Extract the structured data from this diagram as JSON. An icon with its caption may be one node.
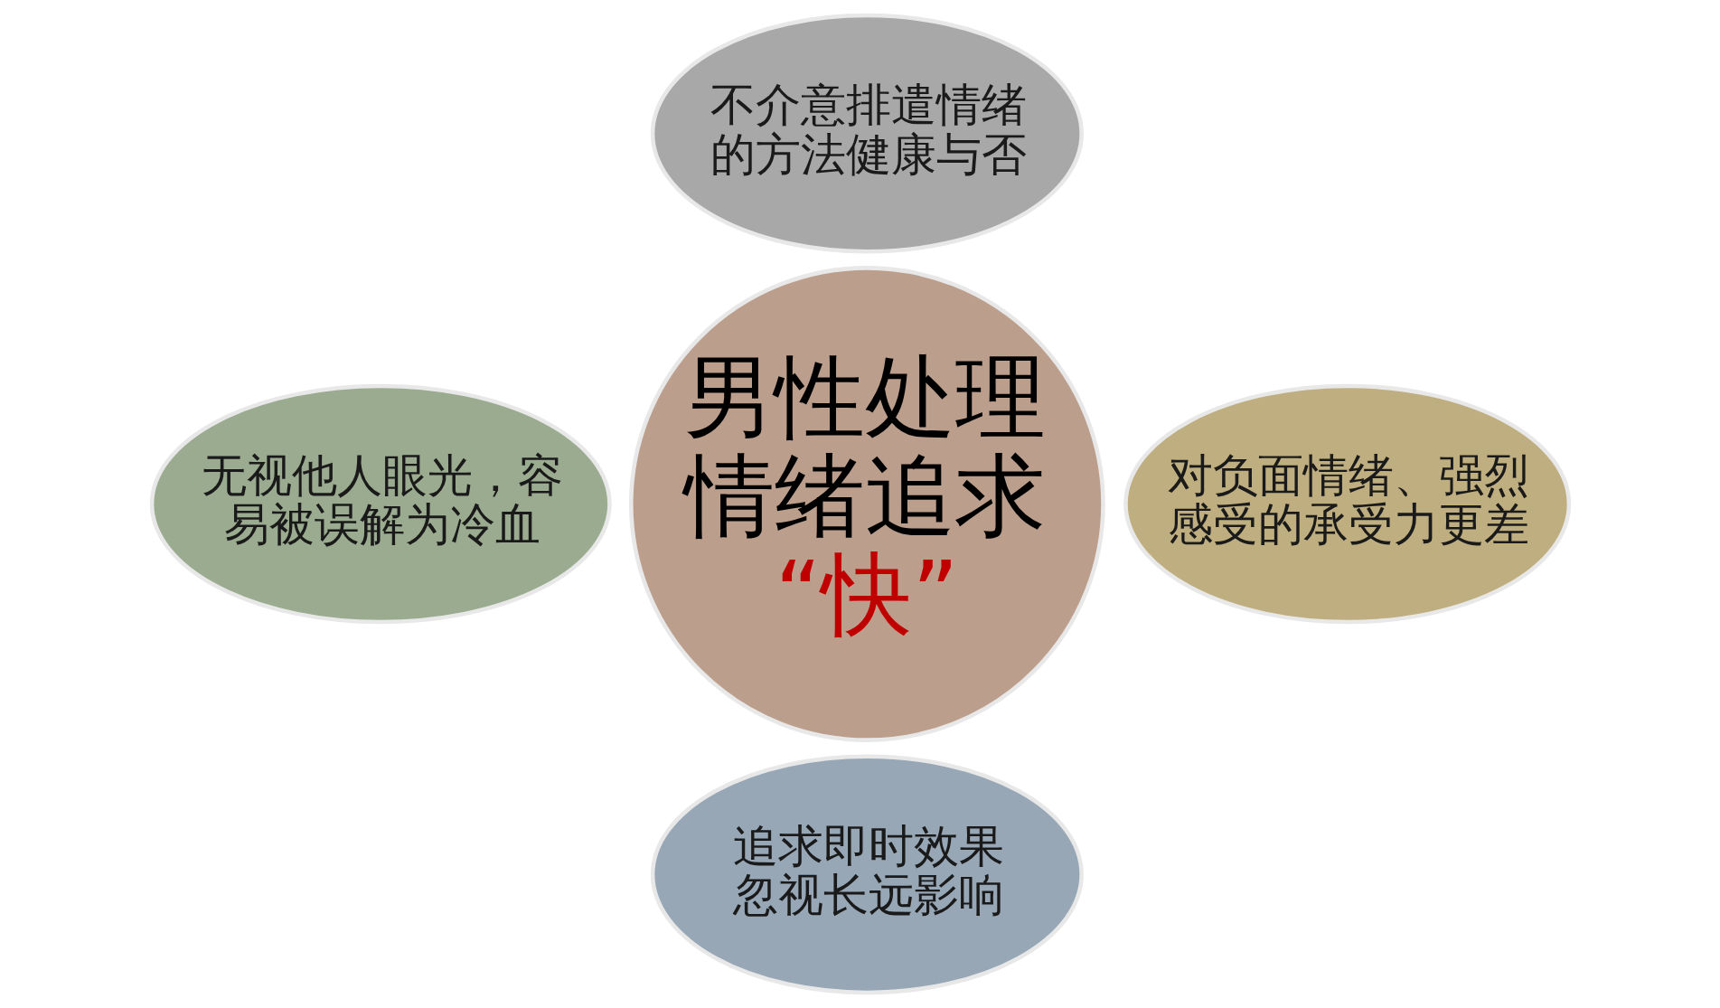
{
  "diagram": {
    "nodes": [
      {
        "text": [
          "不介意排遣情绪的方法健康与否"
        ]
      },
      {
        "text": [
          "无视他人眼光，容易被误解为冷血"
        ]
      },
      {
        "text": [
          "男性处理情绪追求",
          "“快”"
        ]
      },
      {
        "text": [
          "对负面情绪、强烈感受的承受力更差"
        ]
      },
      {
        "text": [
          "追求即时效果",
          "忽视长远影响"
        ]
      }
    ]
  }
}
